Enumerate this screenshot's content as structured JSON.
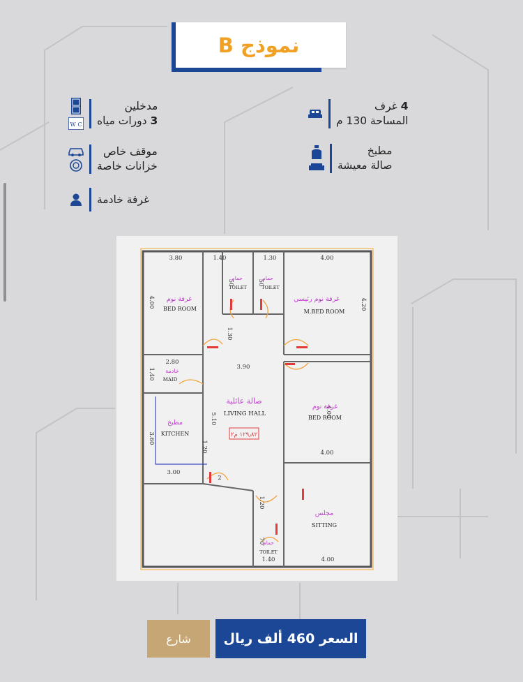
{
  "title": "نموذج B",
  "colors": {
    "accent": "#1c4796",
    "gold": "#f0a125",
    "share": "#c7a676",
    "background": "#d9d9db"
  },
  "features": {
    "right": [
      {
        "icon": "bed-icon",
        "line1_num": "4",
        "line1_text": "غرف",
        "line2": "المساحة 130 م"
      },
      {
        "icon": "kitchen-icon",
        "icon2": "sofa-icon",
        "line1": "مطبخ",
        "line2": "صالة معيشة"
      }
    ],
    "left": [
      {
        "icon": "door-icon",
        "icon2": "wc-icon",
        "line1": "مدخلين",
        "line2_num": "3",
        "line2_text": "دورات مياه"
      },
      {
        "icon": "car-icon",
        "icon2": "water-tank-icon",
        "line1": "موقف خاص",
        "line2": "خزانات خاصة"
      },
      {
        "icon": "person-icon",
        "line1": "غرفة خادمة"
      }
    ]
  },
  "floor_plan": {
    "rooms": [
      {
        "ar": "غرفة نوم",
        "en": "BED ROOM"
      },
      {
        "ar": "حمام",
        "en": "TOILET"
      },
      {
        "ar": "حمام",
        "en": "TOILET"
      },
      {
        "ar": "غرفة نوم رئيسي",
        "en": "M.BED ROOM"
      },
      {
        "ar": "خادمة",
        "en": "MAID"
      },
      {
        "ar": "صالة عائلية",
        "en": "LIVING HALL"
      },
      {
        "ar": "غرفة نوم",
        "en": "BED ROOM"
      },
      {
        "ar": "مطبخ",
        "en": "KITCHEN"
      },
      {
        "ar": "مجلس",
        "en": "SITTING"
      },
      {
        "ar": "حمام",
        "en": "TOILET"
      }
    ],
    "area_label": "١٢٩٫٨٢ م٢",
    "dims": [
      "3.80",
      "1.40",
      "1.30",
      "4.00",
      "4.00",
      "4.20",
      "1.30",
      "2.80",
      "3.90",
      "1.40",
      "3.60",
      "5.10",
      "1.20",
      "3.00",
      "4.00",
      "4.00",
      "1.20",
      "70",
      "1.40",
      "4.00",
      "50",
      "50",
      "2"
    ]
  },
  "buttons": {
    "share": "شارع",
    "price": "السعر 460 ألف ريال"
  }
}
